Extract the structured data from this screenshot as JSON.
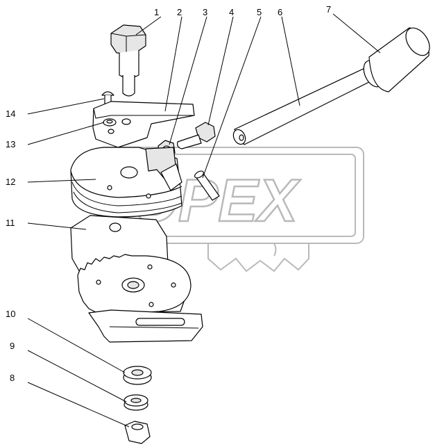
{
  "diagram": {
    "watermark": {
      "text": "OPEX"
    },
    "callouts": [
      {
        "id": "1",
        "label": "1"
      },
      {
        "id": "2",
        "label": "2"
      },
      {
        "id": "3",
        "label": "3"
      },
      {
        "id": "4",
        "label": "4"
      },
      {
        "id": "5",
        "label": "5"
      },
      {
        "id": "6",
        "label": "6"
      },
      {
        "id": "7",
        "label": "7"
      },
      {
        "id": "8",
        "label": "8"
      },
      {
        "id": "9",
        "label": "9"
      },
      {
        "id": "10",
        "label": "10"
      },
      {
        "id": "11",
        "label": "11"
      },
      {
        "id": "12",
        "label": "12"
      },
      {
        "id": "13",
        "label": "13"
      },
      {
        "id": "14",
        "label": "14"
      }
    ]
  }
}
